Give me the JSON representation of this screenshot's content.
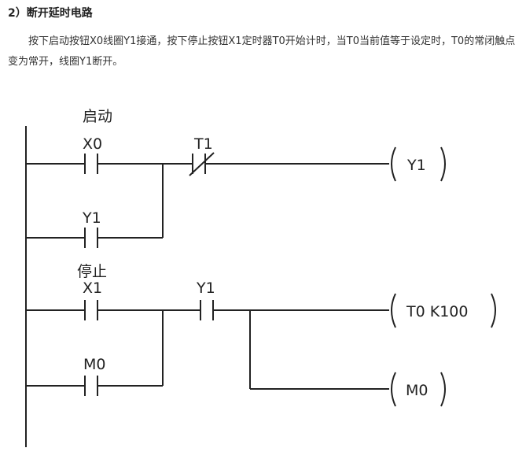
{
  "heading": "2）断开延时电路",
  "description": "按下启动按钮X0线圈Y1接通，按下停止按钮X1定时器T0开始计时，当T0当前值等于设定时，T0的常闭触点变为常开，线圈Y1断开。",
  "ladder": {
    "rung1": {
      "group_label": "启动",
      "contact_x0": "X0",
      "contact_t1": "T1",
      "contact_y1_hold": "Y1",
      "coil": "Y1"
    },
    "rung2": {
      "group_label": "停止",
      "contact_x1": "X1",
      "contact_y1": "Y1",
      "contact_m0": "M0",
      "coil_timer": "T0 K100",
      "coil_m0": "M0"
    }
  }
}
